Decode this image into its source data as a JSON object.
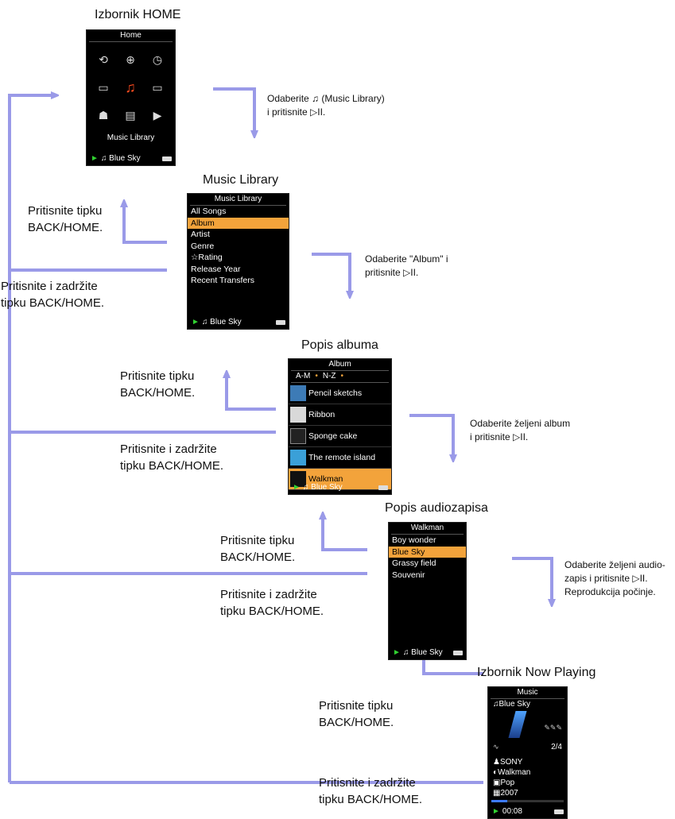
{
  "home": {
    "title": "Izbornik HOME",
    "header": "Home",
    "icons": [
      "shuffle-icon",
      "search-icon",
      "clock-icon",
      "photo-icon",
      "music-note-icon",
      "video-icon",
      "toolbox-icon",
      "document-icon",
      "podcast-icon"
    ],
    "glyphs": [
      "⟲",
      "⊕",
      "◷",
      "▭",
      "♫",
      "▭",
      "☗",
      "▤",
      "▶"
    ],
    "caption": "Music Library",
    "footer": "♫ Blue Sky"
  },
  "library": {
    "title": "Music Library",
    "header": "Music Library",
    "items": [
      "All Songs",
      "Album",
      "Artist",
      "Genre",
      "☆Rating",
      "Release Year",
      "Recent Transfers"
    ],
    "selected_index": 1,
    "footer": "♫ Blue Sky"
  },
  "albums": {
    "title": "Popis albuma",
    "header": "Album",
    "index": [
      "A-M",
      "N-Z"
    ],
    "items": [
      "Pencil sketchs",
      "Ribbon",
      "Sponge cake",
      "The remote island",
      "Walkman"
    ],
    "selected_index": 4,
    "footer": "♫ Blue Sky"
  },
  "tracks": {
    "title": "Popis audiozapisa",
    "header": "Walkman",
    "items": [
      "Boy wonder",
      "Blue Sky",
      "Grassy field",
      "Souvenir"
    ],
    "selected_index": 1,
    "footer": "♫ Blue Sky"
  },
  "nowplaying": {
    "title": "Izbornik Now Playing",
    "header": "Music",
    "track": "♫Blue Sky",
    "rating": "2/4",
    "artist": "SONY",
    "album": "Walkman",
    "genre": "Pop",
    "year": "2007",
    "time": "00:08"
  },
  "notes": {
    "n1_line1": "Odaberite ♫ (Music Library)",
    "n1_line2": "i pritisnite ▷II.",
    "n2_line1": "Odaberite \"Album\" i",
    "n2_line2": "pritisnite ▷II.",
    "n3_line1": "Odaberite željeni album",
    "n3_line2": "i pritisnite ▷II.",
    "n4_line1": "Odaberite željeni audio-",
    "n4_line2": "zapis i pritisnite ▷II.",
    "n4_line3": "Reprodukcija počinje."
  },
  "side": {
    "back_line1": "Pritisnite tipku",
    "back_line2": "BACK/HOME.",
    "hold_line1": "Pritisnite i zadržite",
    "hold_line2": "tipku BACK/HOME."
  },
  "colors": {
    "arrow": "#9a9ae8",
    "highlight": "#f3a33b",
    "play": "#31d131"
  }
}
